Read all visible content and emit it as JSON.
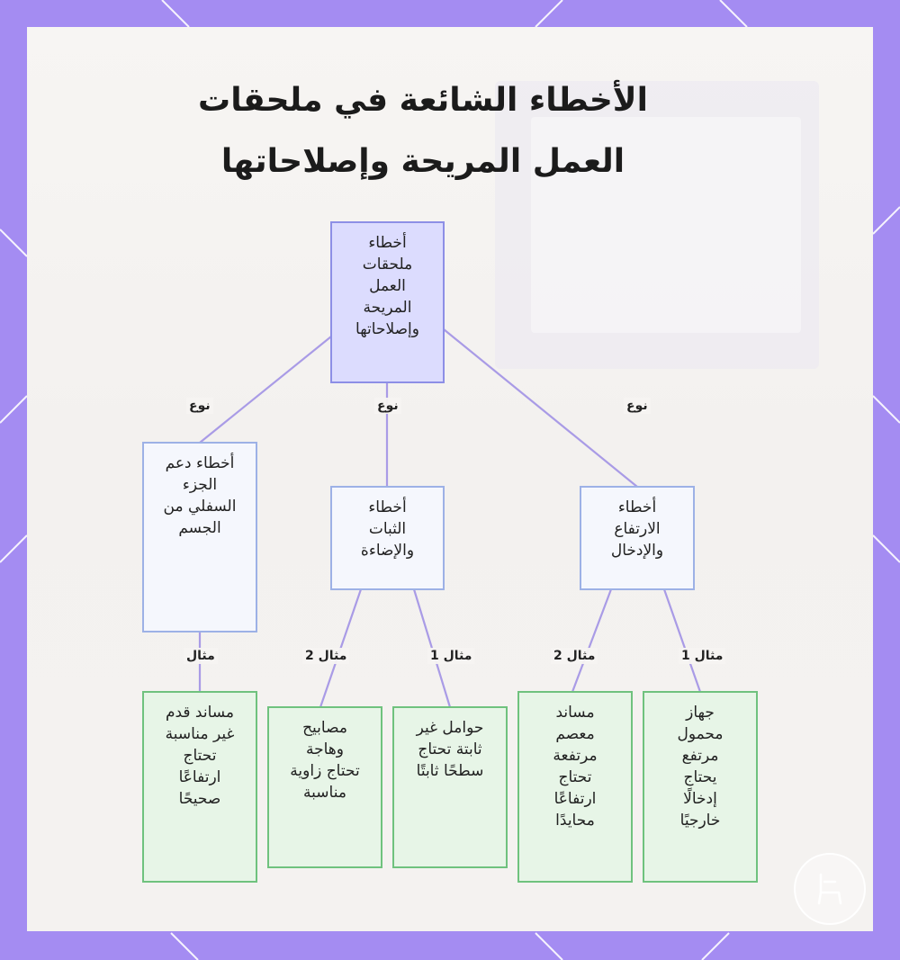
{
  "title": {
    "line1": "الأخطاء الشائعة في ملحقات",
    "line2": "العمل المريحة وإصلاحاتها"
  },
  "root": {
    "lines": [
      "أخطاء",
      "ملحقات",
      "العمل",
      "المريحة",
      "وإصلاحاتها"
    ]
  },
  "categories": [
    {
      "lines": [
        "أخطاء دعم",
        "الجزء",
        "السفلي من",
        "الجسم"
      ]
    },
    {
      "lines": [
        "أخطاء",
        "الثبات",
        "والإضاءة"
      ]
    },
    {
      "lines": [
        "أخطاء",
        "الارتفاع",
        "والإدخال"
      ]
    }
  ],
  "examples": [
    {
      "lines": [
        "مساند قدم",
        "غير مناسبة",
        "تحتاج",
        "ارتفاعًا",
        "صحيحًا"
      ]
    },
    {
      "lines": [
        "مصابيح",
        "وهاجة",
        "تحتاج زاوية",
        "مناسبة"
      ]
    },
    {
      "lines": [
        "حوامل غير",
        "ثابتة تحتاج",
        "سطحًا ثابتًا"
      ]
    },
    {
      "lines": [
        "مساند",
        "معصم",
        "مرتفعة",
        "تحتاج",
        "ارتفاعًا",
        "محايدًا"
      ]
    },
    {
      "lines": [
        "جهاز",
        "محمول",
        "مرتفع",
        "يحتاج",
        "إدخالًا",
        "خارجيًا"
      ]
    }
  ],
  "edge_labels": {
    "type": "نوع",
    "example": "مثال",
    "example_1": "مثال 1",
    "example_2": "مثال 2"
  },
  "colors": {
    "frame": "#a48cf2",
    "root_fill": "#dcdcfe",
    "root_border": "#8d8fe6",
    "category_fill": "#f5f7fd",
    "category_border": "#9db1e6",
    "example_fill": "#e7f5e7",
    "example_border": "#6fc27e",
    "connector": "#a99be6"
  },
  "icons": {
    "badge": "chair-icon"
  }
}
